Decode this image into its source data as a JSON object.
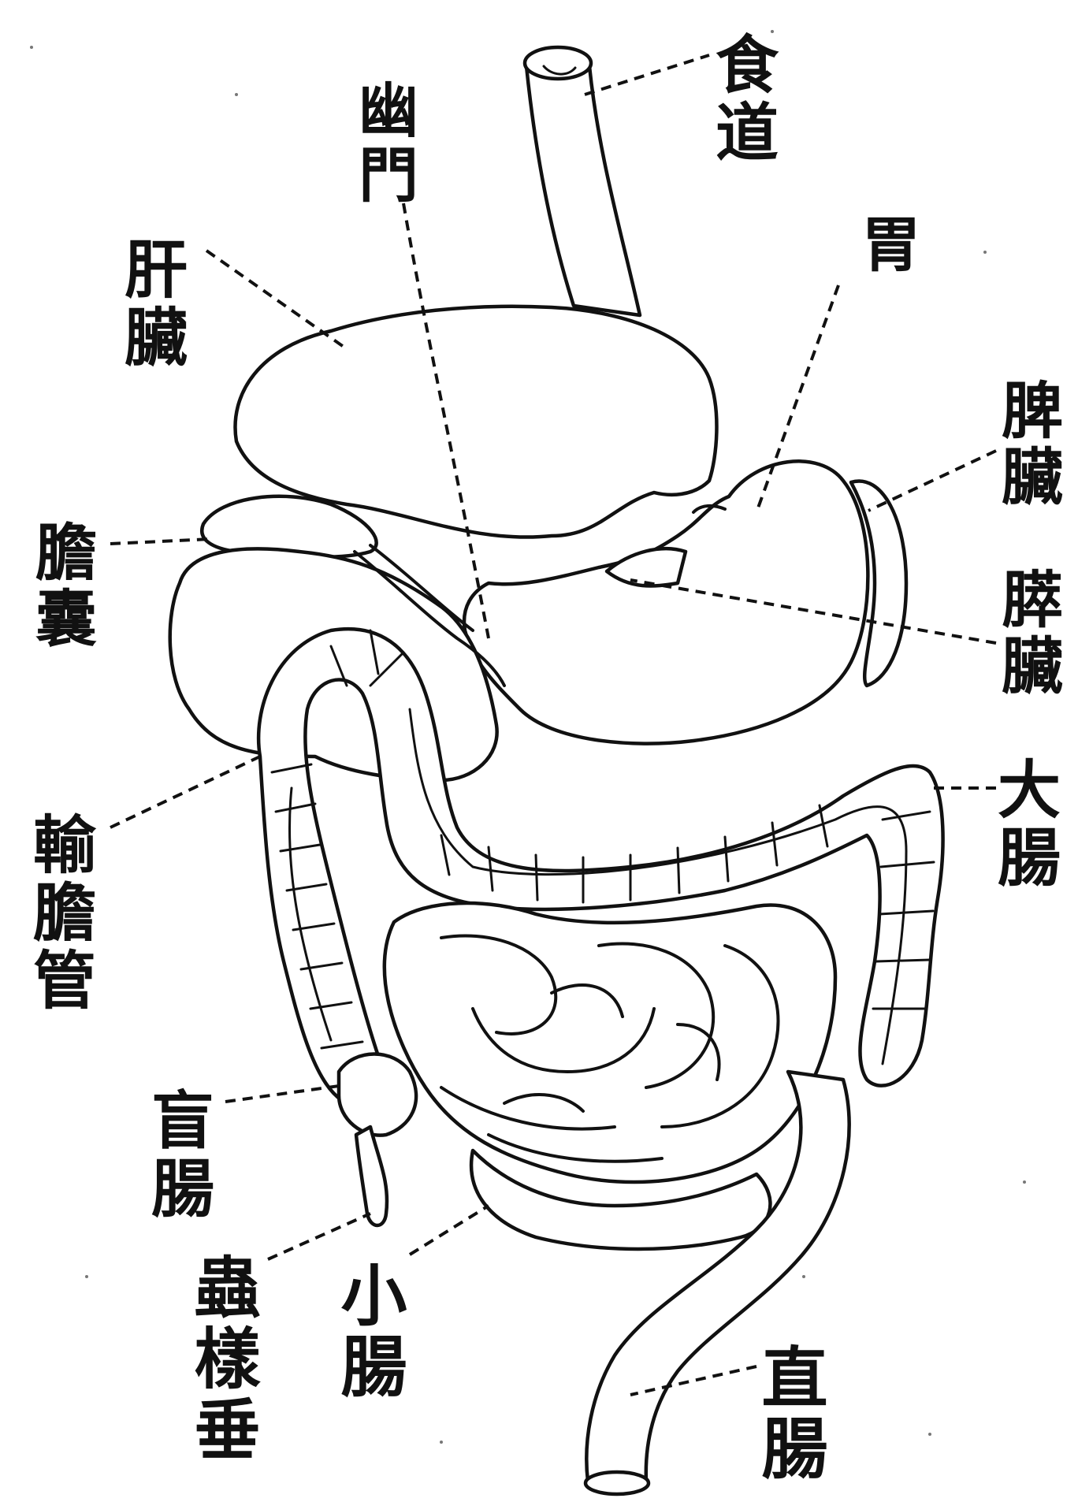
{
  "labels": {
    "esophagus": "食道",
    "pylorus": "幽門",
    "liver": "肝臟",
    "stomach": "胃",
    "spleen": "脾臟",
    "gallbladder": "膽囊",
    "pancreas": "膵臟",
    "bile_duct": "輸膽管",
    "large_intestine": "大腸",
    "cecum": "盲腸",
    "appendix": "蟲樣垂",
    "small_intestine": "小腸",
    "rectum": "直腸"
  },
  "colors": {
    "ink": "#111111",
    "paper": "#ffffff"
  }
}
